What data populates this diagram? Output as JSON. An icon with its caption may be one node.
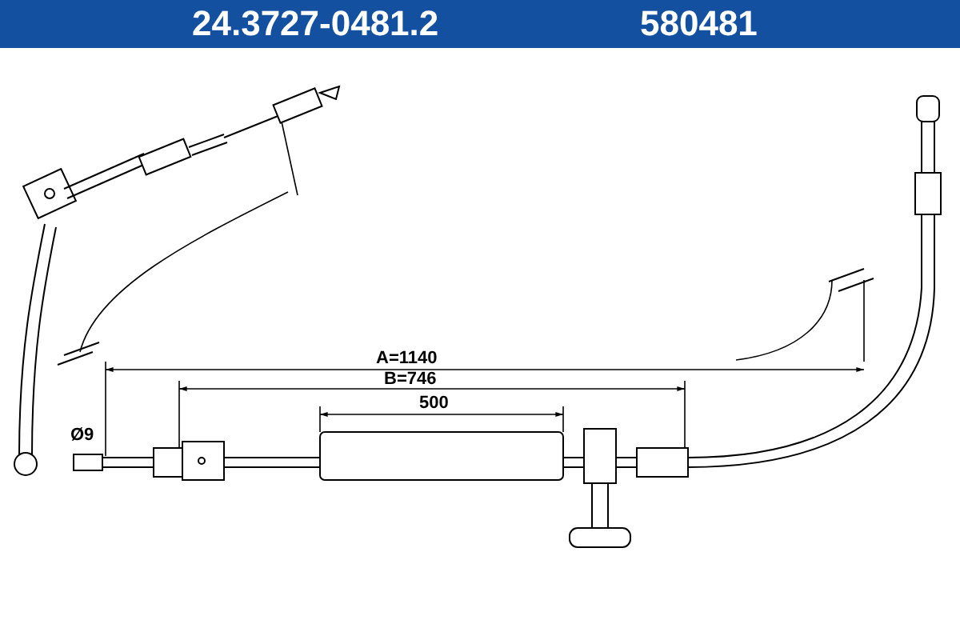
{
  "diagram": {
    "title": "24.3727-0481.2",
    "labels": [
      "580481",
      "A=1140",
      "B=746",
      "500",
      "Ø9"
    ]
  }
}
